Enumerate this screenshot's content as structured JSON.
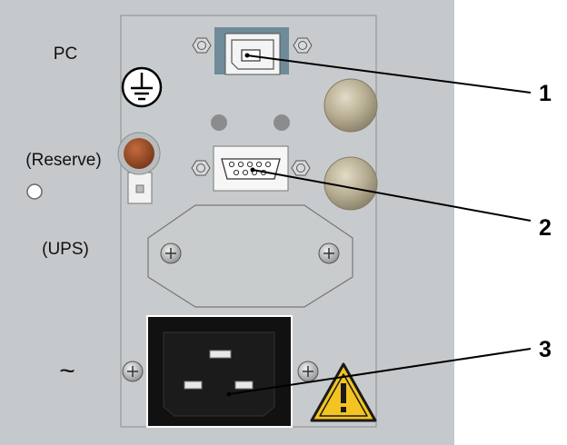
{
  "labels": {
    "pc": "PC",
    "reserve": "(Reserve)",
    "ups": "(UPS)",
    "mains": "~"
  },
  "callouts": [
    "1",
    "2",
    "3"
  ],
  "colors": {
    "panel_bg": "#c6c9cb",
    "plate": "#c8cbcd",
    "plate_border": "#8b8e90",
    "connector_black": "#111111",
    "knob": "#b7ad92",
    "button": "#a0522d",
    "warning_yellow": "#f3c321"
  }
}
